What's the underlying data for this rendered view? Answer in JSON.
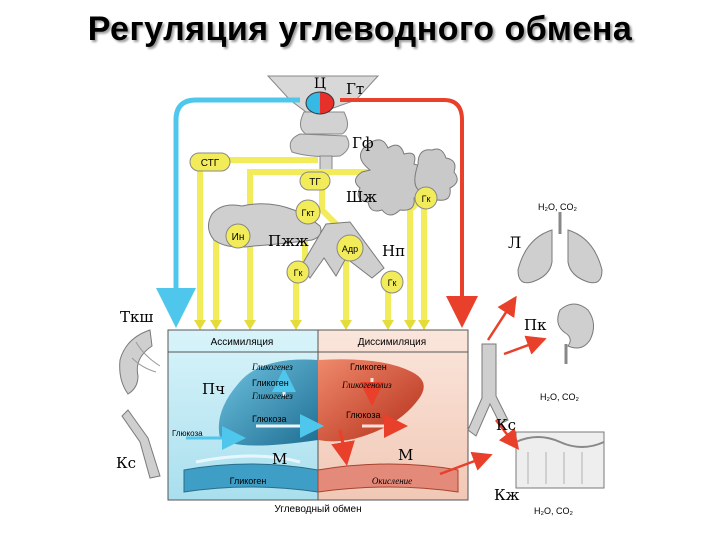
{
  "title": "Регуляция углеводного обмена",
  "labels": {
    "c": "Ц",
    "gt": "Гт",
    "gf": "Гф",
    "stg": "СТГ",
    "tg": "ТГ",
    "shzh": "Шж",
    "gk_thyroid": "Гк",
    "gkt": "Гкт",
    "in": "Ин",
    "pzh": "Пжж",
    "adr": "Адр",
    "np": "Нп",
    "gk_left": "Гк",
    "gk_right": "Гк",
    "l": "Л",
    "pk": "Пк",
    "ks_right": "Кс",
    "kzh": "Кж",
    "tksh": "Ткш",
    "pch": "Пч",
    "ks_left": "Кс",
    "m_left": "М",
    "m_right": "М",
    "h2o_co2_lung": "H₂O, CO₂",
    "h2o_co2_kidney": "H₂O, CO₂",
    "h2o_co2_skin": "H₂O, CO₂"
  },
  "metabolism": {
    "assimilation": "Ассимиляция",
    "dissimilation": "Диссимиляция",
    "glycogenesis": "Гликогенез",
    "glycogen_left": "Гликоген",
    "glycogenesis_2": "Гликогенез",
    "glucose_left": "Глюкоза",
    "glucose_edge": "Глюкоза",
    "glycogen_right": "Гликоген",
    "glycogenolysis": "Гликогенолиз",
    "glucose_right": "Глюкоза",
    "muscle_glycogen": "Гликоген",
    "oxidation": "Окисление",
    "caption": "Углеводный обмен"
  },
  "colors": {
    "blue_path": "#4fc6ec",
    "red_path": "#e8402a",
    "yellow_path": "#f2ec5a",
    "left_panel": "#c9eef6",
    "right_panel": "#f6d9cc",
    "liver_blue": "#2f8fb5",
    "liver_red": "#d8472e",
    "gland_gray": "#c9c9c9"
  }
}
